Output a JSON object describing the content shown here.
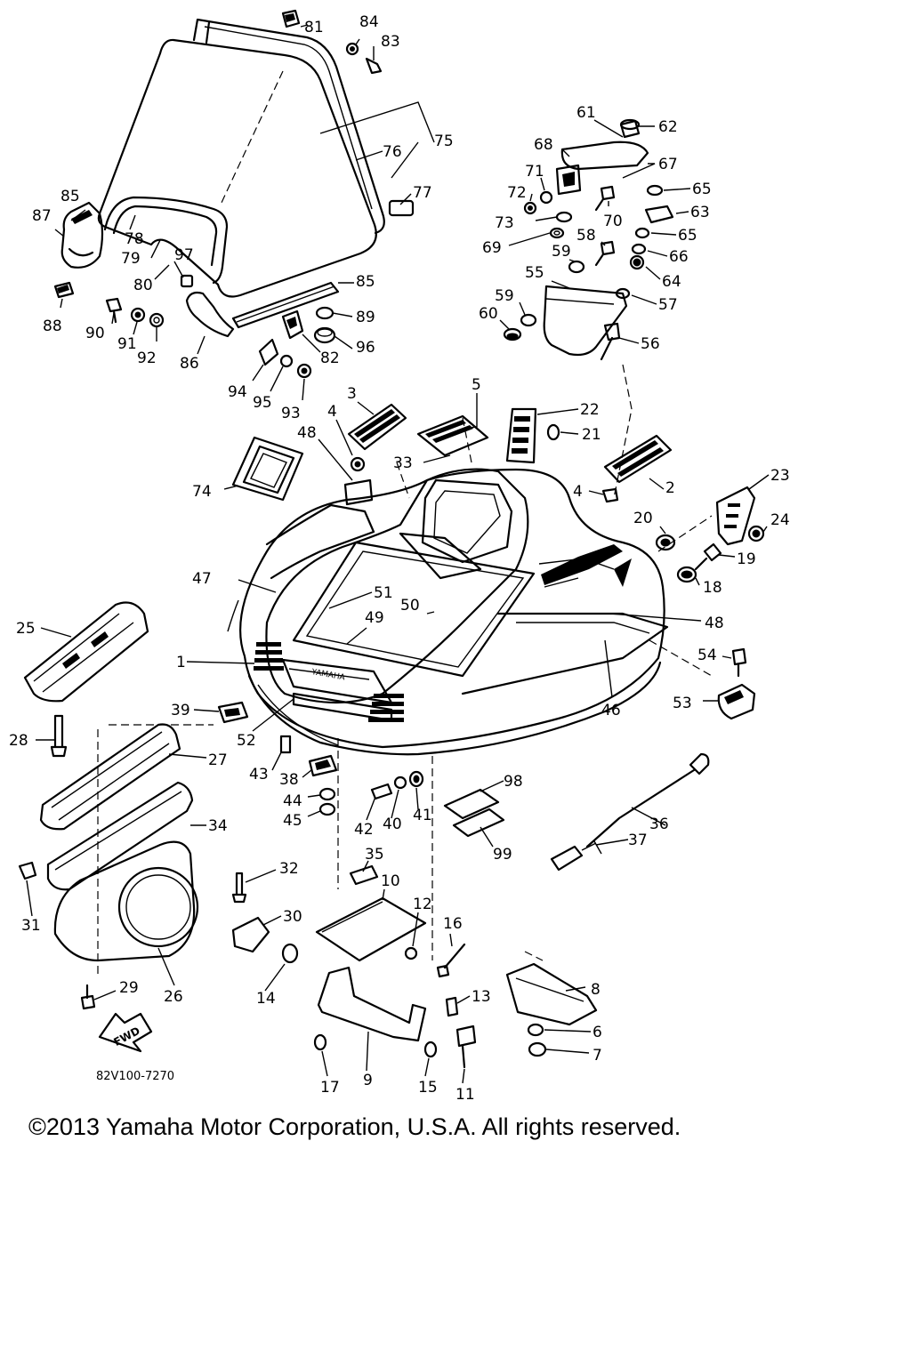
{
  "diagram": {
    "drawing_code": "82V100-7270",
    "fwd_label": "FWD",
    "callouts": [
      {
        "id": "c81",
        "text": "81"
      },
      {
        "id": "c84",
        "text": "84"
      },
      {
        "id": "c83",
        "text": "83"
      },
      {
        "id": "c75",
        "text": "75"
      },
      {
        "id": "c76",
        "text": "76"
      },
      {
        "id": "c77",
        "text": "77"
      },
      {
        "id": "c85a",
        "text": "85"
      },
      {
        "id": "c87",
        "text": "87"
      },
      {
        "id": "c78",
        "text": "78"
      },
      {
        "id": "c79",
        "text": "79"
      },
      {
        "id": "c97",
        "text": "97"
      },
      {
        "id": "c80",
        "text": "80"
      },
      {
        "id": "c85b",
        "text": "85"
      },
      {
        "id": "c88",
        "text": "88"
      },
      {
        "id": "c90",
        "text": "90"
      },
      {
        "id": "c91",
        "text": "91"
      },
      {
        "id": "c92",
        "text": "92"
      },
      {
        "id": "c86",
        "text": "86"
      },
      {
        "id": "c89",
        "text": "89"
      },
      {
        "id": "c82",
        "text": "82"
      },
      {
        "id": "c96",
        "text": "96"
      },
      {
        "id": "c94",
        "text": "94"
      },
      {
        "id": "c95",
        "text": "95"
      },
      {
        "id": "c93",
        "text": "93"
      },
      {
        "id": "c61",
        "text": "61"
      },
      {
        "id": "c62",
        "text": "62"
      },
      {
        "id": "c68",
        "text": "68"
      },
      {
        "id": "c67",
        "text": "67"
      },
      {
        "id": "c71",
        "text": "71"
      },
      {
        "id": "c72",
        "text": "72"
      },
      {
        "id": "c65a",
        "text": "65"
      },
      {
        "id": "c73",
        "text": "73"
      },
      {
        "id": "c70",
        "text": "70"
      },
      {
        "id": "c63",
        "text": "63"
      },
      {
        "id": "c69",
        "text": "69"
      },
      {
        "id": "c58",
        "text": "58"
      },
      {
        "id": "c65b",
        "text": "65"
      },
      {
        "id": "c59a",
        "text": "59"
      },
      {
        "id": "c66",
        "text": "66"
      },
      {
        "id": "c55",
        "text": "55"
      },
      {
        "id": "c64",
        "text": "64"
      },
      {
        "id": "c59b",
        "text": "59"
      },
      {
        "id": "c57",
        "text": "57"
      },
      {
        "id": "c60",
        "text": "60"
      },
      {
        "id": "c56",
        "text": "56"
      },
      {
        "id": "c3",
        "text": "3"
      },
      {
        "id": "c5",
        "text": "5"
      },
      {
        "id": "c22",
        "text": "22"
      },
      {
        "id": "c4a",
        "text": "4"
      },
      {
        "id": "c21",
        "text": "21"
      },
      {
        "id": "c48a",
        "text": "48"
      },
      {
        "id": "c33",
        "text": "33"
      },
      {
        "id": "c74",
        "text": "74"
      },
      {
        "id": "c23",
        "text": "23"
      },
      {
        "id": "c4b",
        "text": "4"
      },
      {
        "id": "c2",
        "text": "2"
      },
      {
        "id": "c24",
        "text": "24"
      },
      {
        "id": "c20",
        "text": "20"
      },
      {
        "id": "c19",
        "text": "19"
      },
      {
        "id": "c47",
        "text": "47"
      },
      {
        "id": "c51",
        "text": "51"
      },
      {
        "id": "c18",
        "text": "18"
      },
      {
        "id": "c50",
        "text": "50"
      },
      {
        "id": "c49",
        "text": "49"
      },
      {
        "id": "c48b",
        "text": "48"
      },
      {
        "id": "c25",
        "text": "25"
      },
      {
        "id": "c1",
        "text": "1"
      },
      {
        "id": "c54",
        "text": "54"
      },
      {
        "id": "c46",
        "text": "46"
      },
      {
        "id": "c53",
        "text": "53"
      },
      {
        "id": "c39",
        "text": "39"
      },
      {
        "id": "c28",
        "text": "28"
      },
      {
        "id": "c52",
        "text": "52"
      },
      {
        "id": "c27",
        "text": "27"
      },
      {
        "id": "c43",
        "text": "43"
      },
      {
        "id": "c38",
        "text": "38"
      },
      {
        "id": "c98",
        "text": "98"
      },
      {
        "id": "c44",
        "text": "44"
      },
      {
        "id": "c41",
        "text": "41"
      },
      {
        "id": "c45",
        "text": "45"
      },
      {
        "id": "c42",
        "text": "42"
      },
      {
        "id": "c40",
        "text": "40"
      },
      {
        "id": "c36",
        "text": "36"
      },
      {
        "id": "c34",
        "text": "34"
      },
      {
        "id": "c99",
        "text": "99"
      },
      {
        "id": "c37",
        "text": "37"
      },
      {
        "id": "c35",
        "text": "35"
      },
      {
        "id": "c32",
        "text": "32"
      },
      {
        "id": "c10",
        "text": "10"
      },
      {
        "id": "c31",
        "text": "31"
      },
      {
        "id": "c30",
        "text": "30"
      },
      {
        "id": "c12",
        "text": "12"
      },
      {
        "id": "c16",
        "text": "16"
      },
      {
        "id": "c8",
        "text": "8"
      },
      {
        "id": "c29",
        "text": "29"
      },
      {
        "id": "c26",
        "text": "26"
      },
      {
        "id": "c14",
        "text": "14"
      },
      {
        "id": "c13",
        "text": "13"
      },
      {
        "id": "c6",
        "text": "6"
      },
      {
        "id": "c7",
        "text": "7"
      },
      {
        "id": "c17",
        "text": "17"
      },
      {
        "id": "c9",
        "text": "9"
      },
      {
        "id": "c15",
        "text": "15"
      },
      {
        "id": "c11",
        "text": "11"
      }
    ]
  },
  "footer": {
    "copyright": "©2013 Yamaha Motor Corporation, U.S.A. All rights reserved."
  }
}
